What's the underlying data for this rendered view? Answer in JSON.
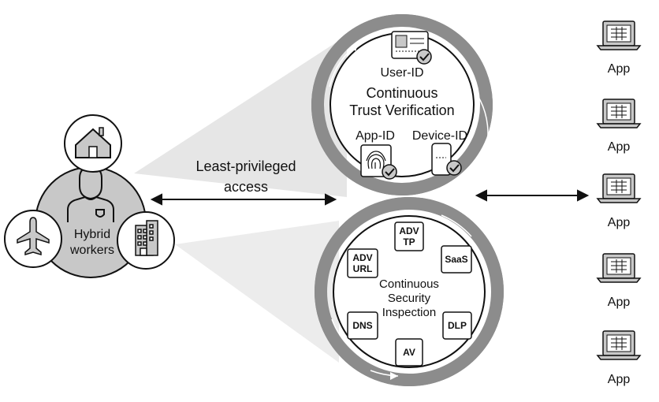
{
  "hybrid_workers": {
    "label_line1": "Hybrid",
    "label_line2": "workers"
  },
  "access": {
    "line1": "Least-privileged",
    "line2": "access"
  },
  "trust": {
    "title_line1": "Continuous",
    "title_line2": "Trust Verification",
    "user_id": "User-ID",
    "app_id": "App-ID",
    "device_id": "Device-ID"
  },
  "inspection": {
    "title_line1": "Continuous",
    "title_line2": "Security",
    "title_line3": "Inspection",
    "modules": [
      {
        "line1": "ADV",
        "line2": "TP"
      },
      {
        "line1": "SaaS",
        "line2": ""
      },
      {
        "line1": "DLP",
        "line2": ""
      },
      {
        "line1": "AV",
        "line2": ""
      },
      {
        "line1": "DNS",
        "line2": ""
      },
      {
        "line1": "ADV",
        "line2": "URL"
      }
    ]
  },
  "apps": [
    "App",
    "App",
    "App",
    "App",
    "App"
  ],
  "colors": {
    "ring": "#8c8c8c",
    "fill_gray": "#c8c8c8",
    "cone": "#e4e4e4",
    "stroke": "#111111"
  }
}
